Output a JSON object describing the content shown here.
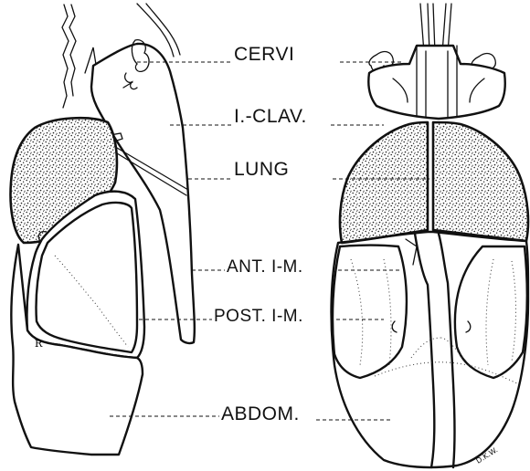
{
  "labels": {
    "cervi": "CERVI",
    "clav": "I.-CLAV.",
    "lung": "LUNG",
    "ant_im": "ANT. I-M.",
    "post_im": "POST. I-M.",
    "abdom": "ABDOM."
  },
  "signature": "D.K.W."
}
